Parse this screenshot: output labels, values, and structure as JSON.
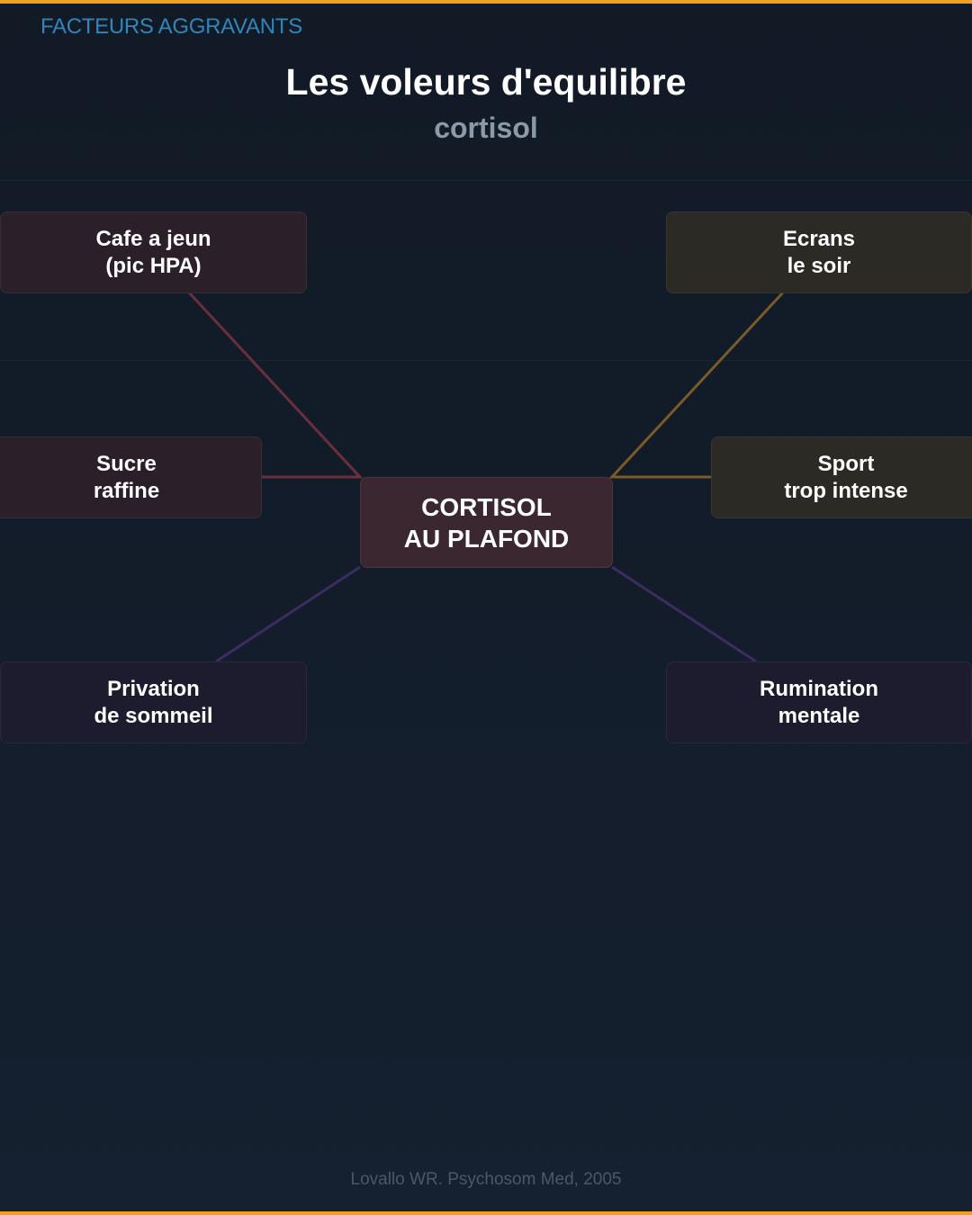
{
  "header": {
    "section_label": "FACTEURS AGGRAVANTS",
    "title": "Les voleurs d'equilibre",
    "subtitle": "cortisol"
  },
  "center_node": {
    "label": "CORTISOL\nAU PLAFOND"
  },
  "factors": [
    {
      "label": "Cafe a jeun\n(pic HPA)",
      "color": "#6b2f3c"
    },
    {
      "label": "Ecrans\nle soir",
      "color": "#7a5a28"
    },
    {
      "label": "Sucre\nraffine",
      "color": "#6b2f3c"
    },
    {
      "label": "Sport\ntrop intense",
      "color": "#7a5a28"
    },
    {
      "label": "Privation\nde sommeil",
      "color": "#3d2c63"
    },
    {
      "label": "Rumination\nmentale",
      "color": "#3d2c63"
    }
  ],
  "colors": {
    "accent_bar": "#f0a019",
    "section_label": "#2f86bd"
  },
  "footer": {
    "citation": "Lovallo WR. Psychosom Med, 2005"
  }
}
